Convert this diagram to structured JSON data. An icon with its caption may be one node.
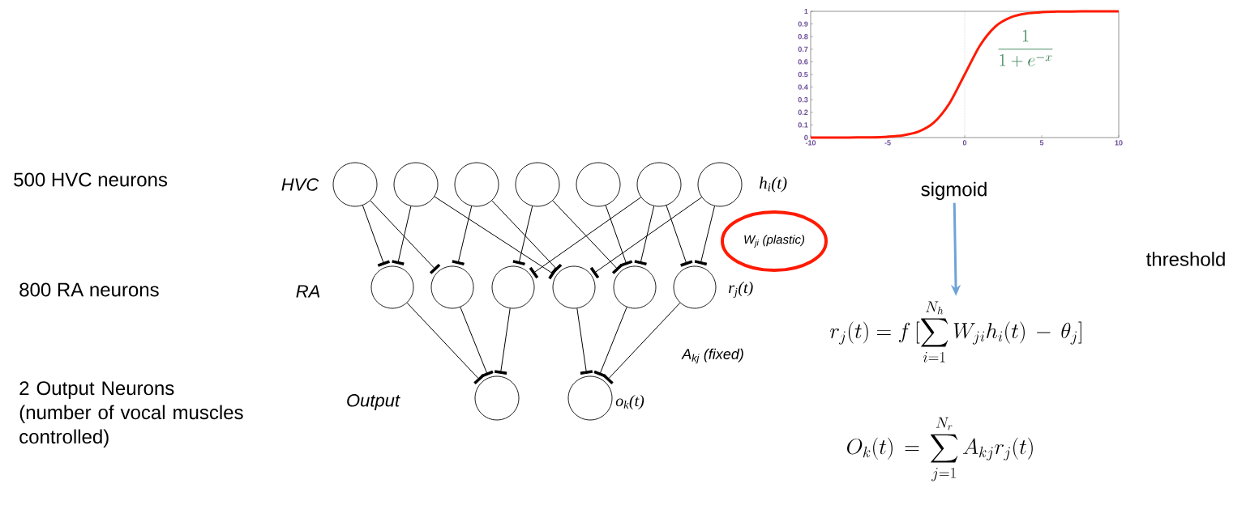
{
  "diagram": {
    "nodes": [
      {
        "text": [],
        "shape": "circle"
      },
      {
        "text": [],
        "shape": "circle"
      },
      {
        "text": [],
        "shape": "circle"
      },
      {
        "text": [],
        "shape": "circle"
      },
      {
        "text": [],
        "shape": "circle"
      },
      {
        "text": [],
        "shape": "circle"
      },
      {
        "text": [],
        "shape": "circle"
      },
      {
        "text": [],
        "shape": "circle"
      },
      {
        "text": [],
        "shape": "circle"
      },
      {
        "text": [],
        "shape": "circle"
      },
      {
        "text": [],
        "shape": "circle"
      },
      {
        "text": [],
        "shape": "circle"
      },
      {
        "text": [],
        "shape": "circle"
      },
      {
        "text": [],
        "shape": "circle"
      },
      {
        "text": [],
        "shape": "circle"
      },
      {
        "text": [
          "W$_{ji}$ (plastic)"
        ]
      },
      {
        "text": [
          "sigmoid"
        ]
      },
      {
        "text": [
          "r_j(t) = f\\,[\\sum_{i=1}^{N_h} W_{ji}h_i(t)\\,-\\,\\theta_j]"
        ]
      }
    ],
    "edges": [
      {
        "from": 0,
        "to": 7,
        "arrow": "other"
      },
      {
        "from": 0,
        "to": 8,
        "arrow": "other"
      },
      {
        "from": 1,
        "to": 7,
        "arrow": "other"
      },
      {
        "from": 1,
        "to": 10,
        "arrow": "other"
      },
      {
        "from": 2,
        "to": 8,
        "arrow": "other"
      },
      {
        "from": 2,
        "to": 10,
        "arrow": "other"
      },
      {
        "from": 3,
        "to": 9,
        "arrow": "other"
      },
      {
        "from": 3,
        "to": 11,
        "arrow": "other"
      },
      {
        "from": 4,
        "to": 11,
        "arrow": "other"
      },
      {
        "from": 5,
        "to": 9,
        "arrow": "other"
      },
      {
        "from": 5,
        "to": 11,
        "arrow": "other"
      },
      {
        "from": 5,
        "to": 12,
        "arrow": "other"
      },
      {
        "from": 6,
        "to": 10,
        "arrow": "other"
      },
      {
        "from": 6,
        "to": 12,
        "arrow": "other"
      },
      {
        "from": 7,
        "to": 13,
        "arrow": "other"
      },
      {
        "from": 8,
        "to": 13,
        "arrow": "other"
      },
      {
        "from": 9,
        "to": 13,
        "arrow": "other"
      },
      {
        "from": 10,
        "to": 14,
        "arrow": "other"
      },
      {
        "from": 11,
        "to": 14,
        "arrow": "other"
      },
      {
        "from": 12,
        "to": 14,
        "arrow": "other"
      },
      {
        "from": 16,
        "to": 17,
        "arrow": "to",
        "color": "#6fa3d8"
      }
    ],
    "labels": [
      "500 HVC neurons",
      "HVC",
      "h$_{i}$(t)",
      "800 RA neurons",
      "RA",
      "r$_{j}$(t)",
      "threshold",
      "A$_{kj}$ (fixed)",
      "2 Output Neurons (number of vocal muscles controlled)",
      "Output",
      "o$_{k}$(t)",
      "O_k(t)\\,=\\,\\sum_{j=1}^{N_r} A_{kj}r_j(t)"
    ],
    "chart_data": {
      "type": "line",
      "x": [
        -10,
        -9,
        -8,
        -7,
        -6,
        -5,
        -4,
        -3,
        -2,
        -1,
        0,
        1,
        2,
        3,
        4,
        5,
        6,
        7,
        8,
        9,
        10
      ],
      "series": [
        {
          "color": "#ff1a00",
          "values": [
            0.0,
            0.0,
            0.0,
            0.001,
            0.002,
            0.007,
            0.018,
            0.047,
            0.119,
            0.269,
            0.5,
            0.731,
            0.881,
            0.953,
            0.982,
            0.993,
            0.998,
            0.999,
            1.0,
            1.0,
            1.0
          ]
        }
      ],
      "xlim": [
        -10,
        10
      ],
      "ylim": [
        0,
        1
      ],
      "xticks": [
        -10,
        -5,
        0,
        5,
        10
      ],
      "yticks": [
        0,
        0.1,
        0.2,
        0.3,
        0.4,
        0.5,
        0.6,
        0.7,
        0.8,
        0.9,
        1
      ],
      "annotations": [
        "\\frac{1}{1+e^{-x}}"
      ]
    }
  }
}
